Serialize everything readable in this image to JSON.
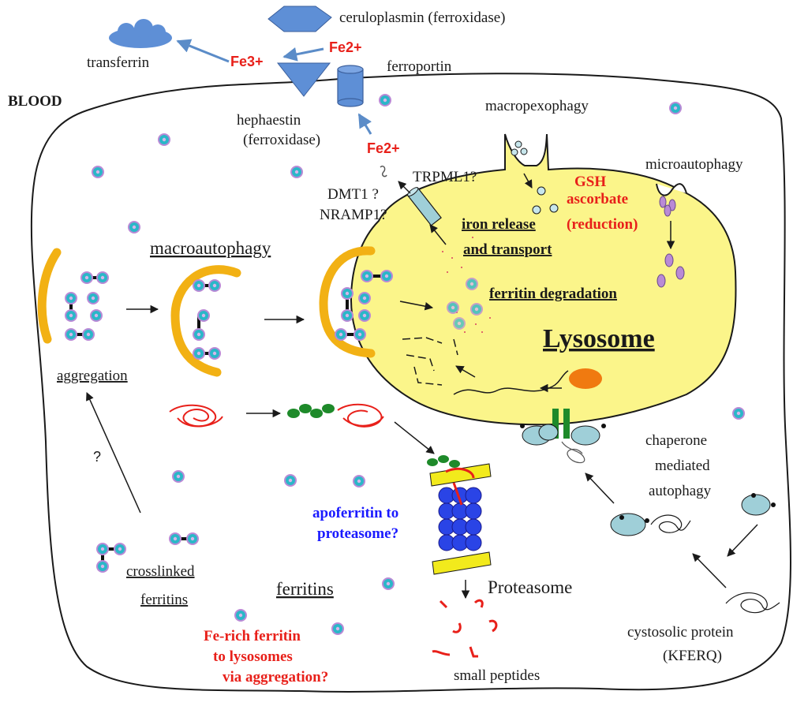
{
  "colors": {
    "lysosome_fill": "#fbf58a",
    "phagophore": "#f2b114",
    "ferritin_core": "#2ab7c8",
    "ferritin_ring": "#b98ad6",
    "proteasome_blue": "#2a44e6",
    "proteasome_cap": "#f2ea1c",
    "chaperone_green": "#1e8a2a",
    "hsc_blob": "#9fcfd8",
    "orange_protein": "#f07a10",
    "red_text": "#e8201a",
    "blue_text": "#1a1aff",
    "arrow_blue": "#5b8cc8",
    "shape_blue": "#5e8fd6"
  },
  "labels": {
    "ceruloplasmin": "ceruloplasmin (ferroxidase)",
    "transferrin": "transferrin",
    "fe3": "Fe3+",
    "fe2_top": "Fe2+",
    "ferroportin": "ferroportin",
    "blood": "BLOOD",
    "hephaestin_1": "hephaestin",
    "hephaestin_2": "(ferroxidase)",
    "fe2_mid": "Fe2+",
    "macropexophagy": "macropexophagy",
    "microautophagy": "microautophagy",
    "trpml1": "TRPML1?",
    "dmt1": "DMT1 ?",
    "nramp1": "NRAMP1?",
    "gsh": "GSH",
    "ascorbate": "ascorbate",
    "reduction": "(reduction)",
    "iron_release": "iron release",
    "and_transport": "and transport",
    "macroautophagy": "macroautophagy",
    "ferritin_degradation": "ferritin degradation",
    "lysosome": "Lysosome",
    "aggregation": "aggregation",
    "question": "?",
    "chaperone_1": "chaperone",
    "chaperone_2": "mediated",
    "chaperone_3": "autophagy",
    "apoferritin_1": "apoferritin to",
    "apoferritin_2": "proteasome?",
    "crosslinked_1": "crosslinked",
    "crosslinked_2": "ferritins",
    "ferritins": "ferritins",
    "proteasome": "Proteasome",
    "fe_rich_1": "Fe-rich ferritin",
    "fe_rich_2": "to lysosomes",
    "fe_rich_3": "via aggregation?",
    "cytosolic_1": "cystosolic protein",
    "cytosolic_2": "(KFERQ)",
    "small_peptides": "small peptides"
  }
}
